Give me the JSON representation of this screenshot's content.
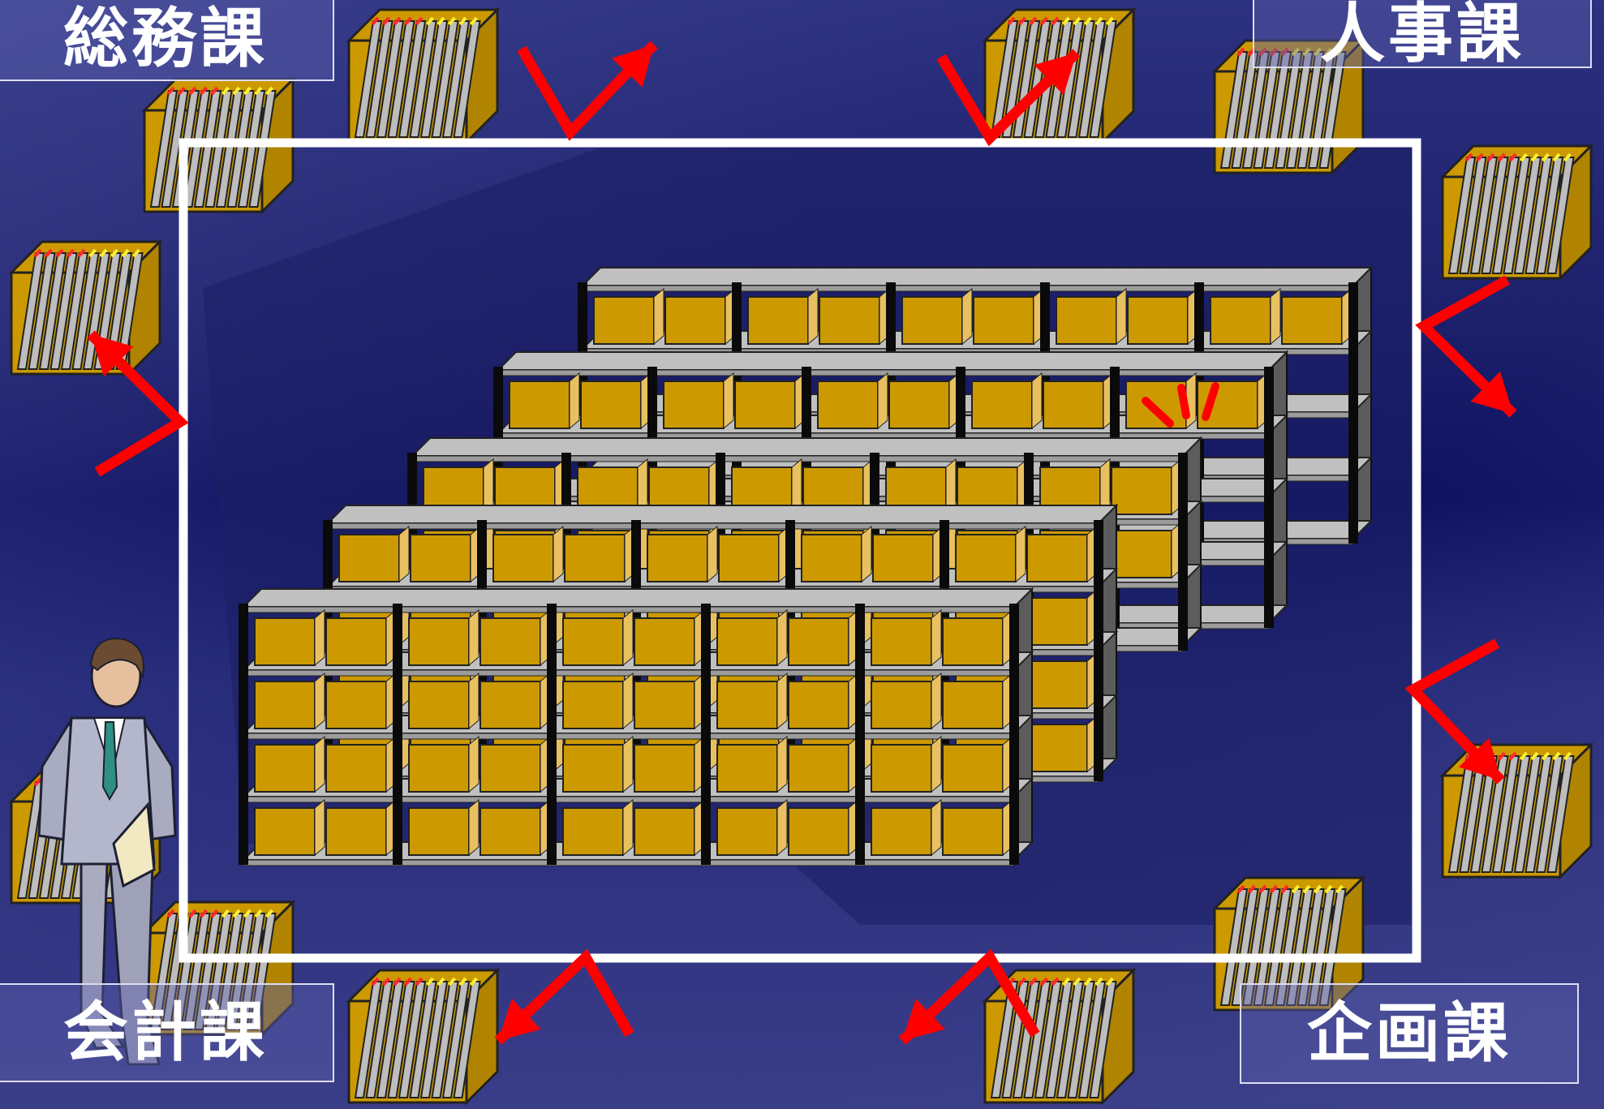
{
  "departments": {
    "soumu": "総務課",
    "jinji": "人事課",
    "kaikei": "会計課",
    "kikaku": "企画課"
  },
  "colors": {
    "arrow": "#ff0000",
    "box": "#cc9900",
    "shelf": "#c0c0c0",
    "frame": "#ffffff"
  }
}
